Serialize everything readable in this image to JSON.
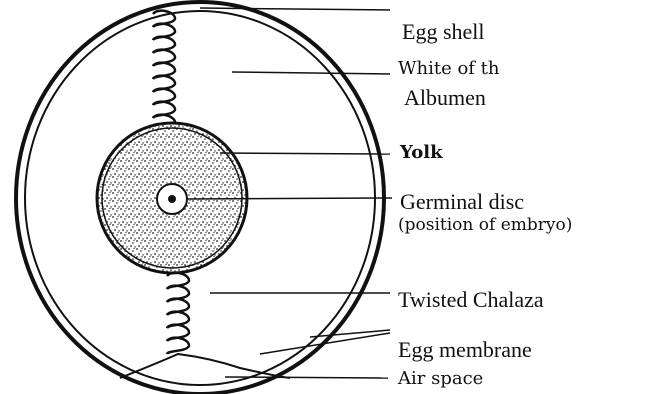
{
  "diagram": {
    "labels": {
      "egg_shell": "Egg  shell",
      "white_of_egg_fragment": "White of th",
      "albumen": "Albumen",
      "yolk": "Yolk",
      "germinal_disc": "Germinal disc",
      "embryo_position": "(position of embryo)",
      "twisted_chalaza": "Twisted Chalaza",
      "egg_membrane": "Egg membrane",
      "air_space": "Air space"
    },
    "colors": {
      "ink": "#111111",
      "background": "#ffffff"
    }
  }
}
